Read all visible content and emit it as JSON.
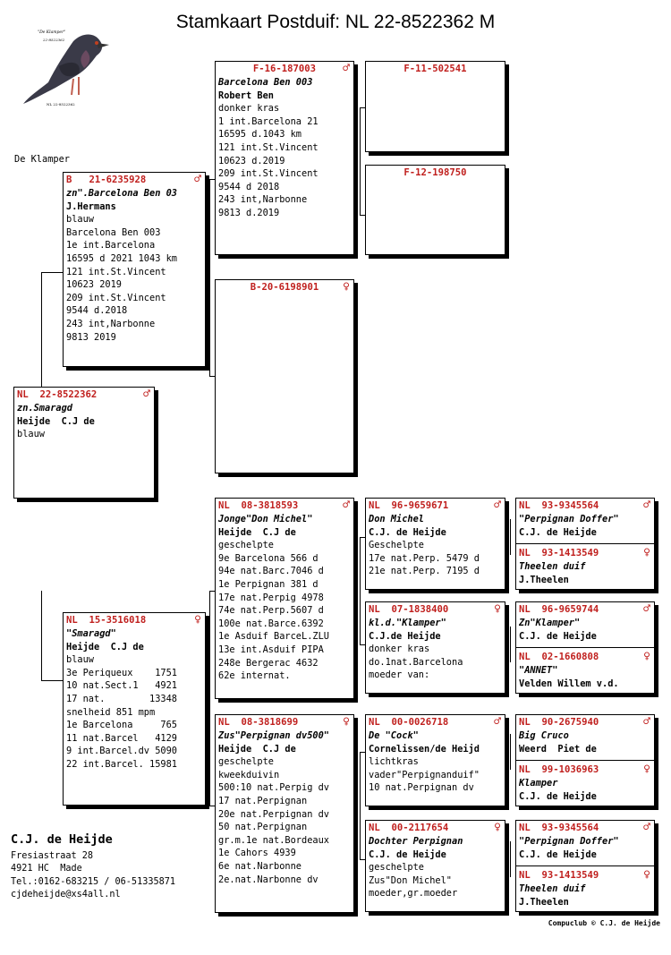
{
  "title": "Stamkaart Postduif: NL  22-8522362 M",
  "logo": {
    "caption": "\"De Klamper\"",
    "sub": "22-8522362",
    "ring": "NL 22-8522362"
  },
  "loft_name": "De Klamper",
  "owner": {
    "name": "C.J. de Heijde",
    "lines": [
      "Fresiastraat 28",
      "4921 HC  Made",
      "Tel.:0162-683215 / 06-51335871",
      "cjdeheijde@xs4all.nl"
    ]
  },
  "credit": "Compuclub © C.J. de Heijde",
  "colors": {
    "ring": "#c0201e"
  },
  "pigeons": {
    "main": {
      "ring": "NL  22-8522362",
      "sex": "♂",
      "lines": [
        "zn.Smaragd",
        "Heijde  C.J de",
        "blauw"
      ]
    },
    "sire": {
      "ring": "B   21-6235928",
      "sex": "♂",
      "lines": [
        "zn\".Barcelona Ben 03",
        "J.Hermans",
        "blauw",
        "Barcelona Ben 003",
        "1e int.Barcelona",
        "16595 d 2021 1043 km",
        "121 int.St.Vincent",
        "10623 2019",
        "209 int.St.Vincent",
        "9544 d.2018",
        "243 int,Narbonne",
        "9813 2019"
      ]
    },
    "dam": {
      "ring": "NL  15-3516018",
      "sex": "♀",
      "lines": [
        "\"Smaragd\"",
        "Heijde  C.J de",
        "blauw",
        "3e Periqueux    1751",
        "10 nat.Sect.1   4921",
        "17 nat.        13348",
        "snelheid 851 mpm",
        "1e Barcelona     765",
        "11 nat.Barcel   4129",
        "9 int.Barcel.dv 5090",
        "22 int.Barcel. 15981"
      ]
    },
    "ss": {
      "ring": "F-16-187003",
      "sex": "♂",
      "lines": [
        "Barcelona Ben 003",
        "Robert Ben",
        "donker kras",
        "1 int.Barcelona 21",
        "16595 d.1043 km",
        "121 int.St.Vincent",
        "10623 d.2019",
        "209 int.St.Vincent",
        "9544 d 2018",
        "243 int,Narbonne",
        "9813 d.2019"
      ]
    },
    "sd": {
      "ring": "B-20-6198901",
      "sex": "♀",
      "lines": []
    },
    "ds": {
      "ring": "NL  08-3818593",
      "sex": "♂",
      "lines": [
        "Jonge\"Don Michel\"",
        "Heijde  C.J de",
        "geschelpte",
        "9e Barcelona 566 d",
        "94e nat.Barc.7046 d",
        "1e Perpignan 381 d",
        "17e nat.Perpig 4978",
        "74e nat.Perp.5607 d",
        "100e nat.Barce.6392",
        "1e Asduif BarceL.ZLU",
        "13e int.Asduif PIPA",
        "248e Bergerac 4632",
        "62e internat."
      ]
    },
    "dd": {
      "ring": "NL  08-3818699",
      "sex": "♀",
      "lines": [
        "Zus\"Perpignan dv500\"",
        "Heijde  C.J de",
        "geschelpte",
        "kweekduivin",
        "500:10 nat.Perpig dv",
        "17 nat.Perpignan",
        "20e nat.Perpignan dv",
        "50 nat.Perpignan",
        "gr.m.1e nat.Bordeaux",
        "1e Cahors 4939",
        "6e nat.Narbonne",
        "2e.nat.Narbonne dv"
      ]
    },
    "sss": {
      "ring": "F-11-502541",
      "sex": "",
      "lines": []
    },
    "ssd": {
      "ring": "F-12-198750",
      "sex": "",
      "lines": []
    },
    "dss": {
      "ring": "NL  96-9659671",
      "sex": "♂",
      "lines": [
        "Don Michel",
        "C.J. de Heijde",
        "Geschelpte",
        "17e nat.Perp. 5479 d",
        "21e nat.Perp. 7195 d"
      ]
    },
    "dsd": {
      "ring": "NL  07-1838400",
      "sex": "♀",
      "lines": [
        "kl.d.\"Klamper\"",
        "C.J.de Heijde",
        "donker kras",
        "do.1nat.Barcelona",
        "moeder van:"
      ]
    },
    "dds": {
      "ring": "NL  00-0026718",
      "sex": "♂",
      "lines": [
        "De \"Cock\"",
        "Cornelissen/de Heijd",
        "lichtkras",
        "vader\"Perpignanduif\"",
        "10 nat.Perpignan dv"
      ]
    },
    "ddd": {
      "ring": "NL  00-2117654",
      "sex": "♀",
      "lines": [
        "Dochter Perpignan",
        "C.J. de Heijde",
        "geschelpte",
        "Zus\"Don Michel\"",
        "moeder,gr.moeder"
      ]
    },
    "g1": {
      "ring": "NL  93-9345564",
      "sex": "♂",
      "lines": [
        "\"Perpignan Doffer\"",
        "C.J. de Heijde"
      ]
    },
    "g2": {
      "ring": "NL  93-1413549",
      "sex": "♀",
      "lines": [
        "Theelen duif",
        "J.Theelen"
      ]
    },
    "g3": {
      "ring": "NL  96-9659744",
      "sex": "♂",
      "lines": [
        "Zn\"Klamper\"",
        "C.J. de Heijde"
      ]
    },
    "g4": {
      "ring": "NL  02-1660808",
      "sex": "♀",
      "lines": [
        "\"ANNET\"",
        "Velden Willem v.d."
      ]
    },
    "g5": {
      "ring": "NL  90-2675940",
      "sex": "♂",
      "lines": [
        "Big Cruco",
        "Weerd  Piet de"
      ]
    },
    "g6": {
      "ring": "NL  99-1036963",
      "sex": "♀",
      "lines": [
        "Klamper",
        "C.J. de Heijde"
      ]
    },
    "g7": {
      "ring": "NL  93-9345564",
      "sex": "♂",
      "lines": [
        "\"Perpignan Doffer\"",
        "C.J. de Heijde"
      ]
    },
    "g8": {
      "ring": "NL  93-1413549",
      "sex": "♀",
      "lines": [
        "Theelen duif",
        "J.Theelen"
      ]
    }
  }
}
